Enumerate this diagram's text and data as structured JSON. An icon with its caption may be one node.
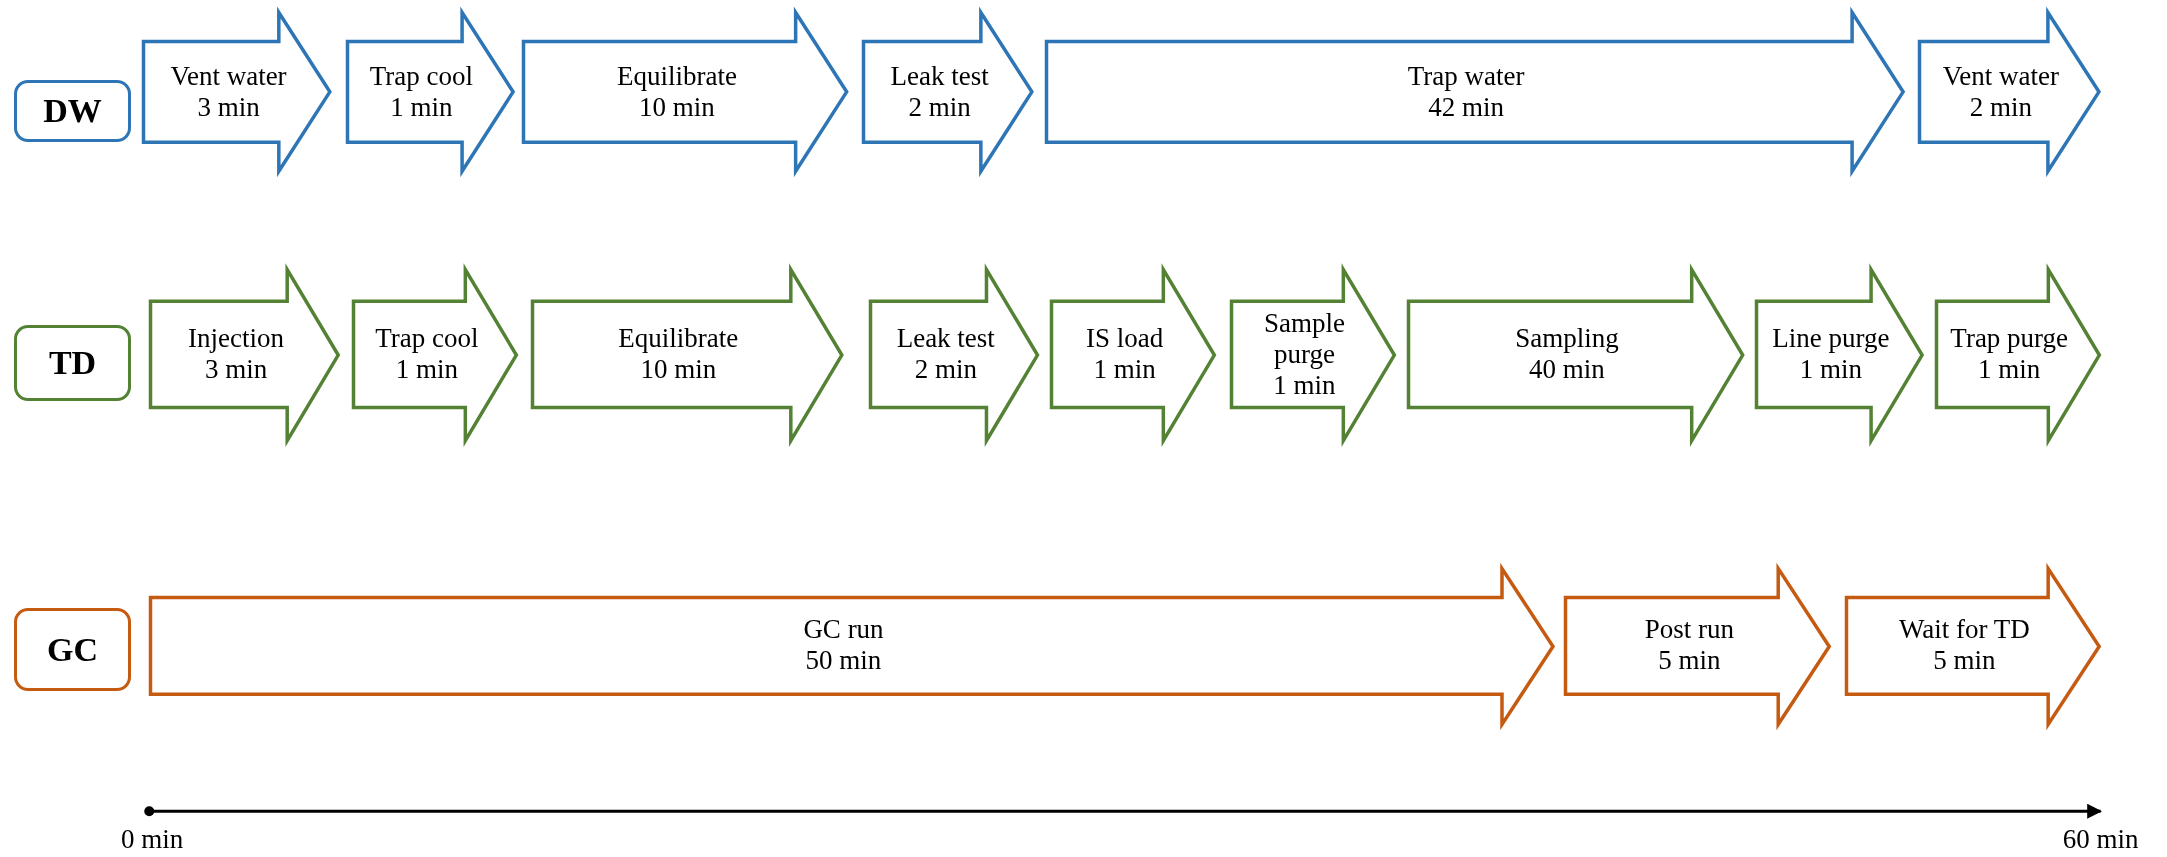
{
  "diagram": {
    "nodes": [
      {
        "text": [
          "DW"
        ]
      },
      {
        "text": [
          "Vent water",
          "3 min"
        ]
      },
      {
        "text": [
          "Trap cool",
          "1 min"
        ]
      },
      {
        "text": [
          "Equilibrate",
          "10 min"
        ]
      },
      {
        "text": [
          "Leak test",
          "2 min"
        ]
      },
      {
        "text": [
          "Trap water",
          "42 min"
        ]
      },
      {
        "text": [
          "Vent water",
          "2 min"
        ]
      },
      {
        "text": [
          "TD"
        ]
      },
      {
        "text": [
          "Injection",
          "3 min"
        ]
      },
      {
        "text": [
          "Trap cool",
          "1 min"
        ]
      },
      {
        "text": [
          "Equilibrate",
          "10 min"
        ]
      },
      {
        "text": [
          "Leak test",
          "2 min"
        ]
      },
      {
        "text": [
          "IS load",
          "1 min"
        ]
      },
      {
        "text": [
          "Sample purge",
          "1 min"
        ]
      },
      {
        "text": [
          "Sampling",
          "40 min"
        ]
      },
      {
        "text": [
          "Line purge",
          "1 min"
        ]
      },
      {
        "text": [
          "Trap purge",
          "1 min"
        ]
      },
      {
        "text": [
          "GC"
        ]
      },
      {
        "text": [
          "GC run",
          "50 min"
        ]
      },
      {
        "text": [
          "Post run",
          "5 min"
        ]
      },
      {
        "text": [
          "Wait for TD",
          "5 min"
        ]
      }
    ],
    "edges": [],
    "labels": [
      "0 min",
      "60 min"
    ]
  }
}
